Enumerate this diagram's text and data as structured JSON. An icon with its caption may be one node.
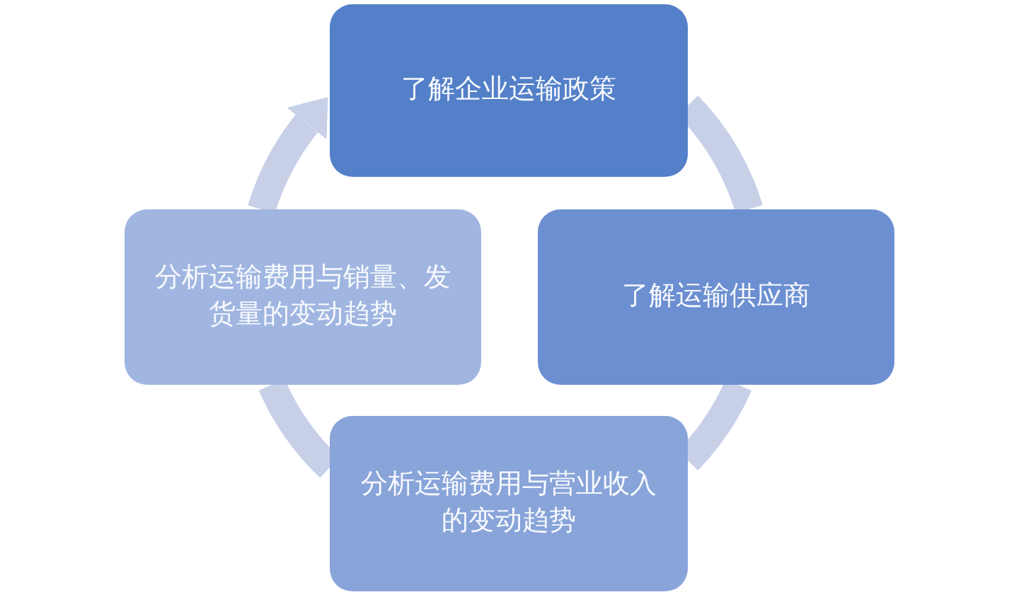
{
  "diagram": {
    "nodes": [
      {
        "text": [
          "了解企业运输政策"
        ]
      },
      {
        "text": [
          "了解运输供应商"
        ]
      },
      {
        "text": [
          "分析运输费用与营业收入的变动趋势"
        ]
      },
      {
        "text": [
          "分析运输费用与销量、发货量的变动趋势"
        ]
      }
    ],
    "edges": [
      {
        "from": 0,
        "to": 1,
        "arrow": "none"
      },
      {
        "from": 1,
        "to": 2,
        "arrow": "none"
      },
      {
        "from": 2,
        "to": 3,
        "arrow": "none"
      },
      {
        "from": 3,
        "to": 0,
        "arrow": "to"
      }
    ]
  }
}
